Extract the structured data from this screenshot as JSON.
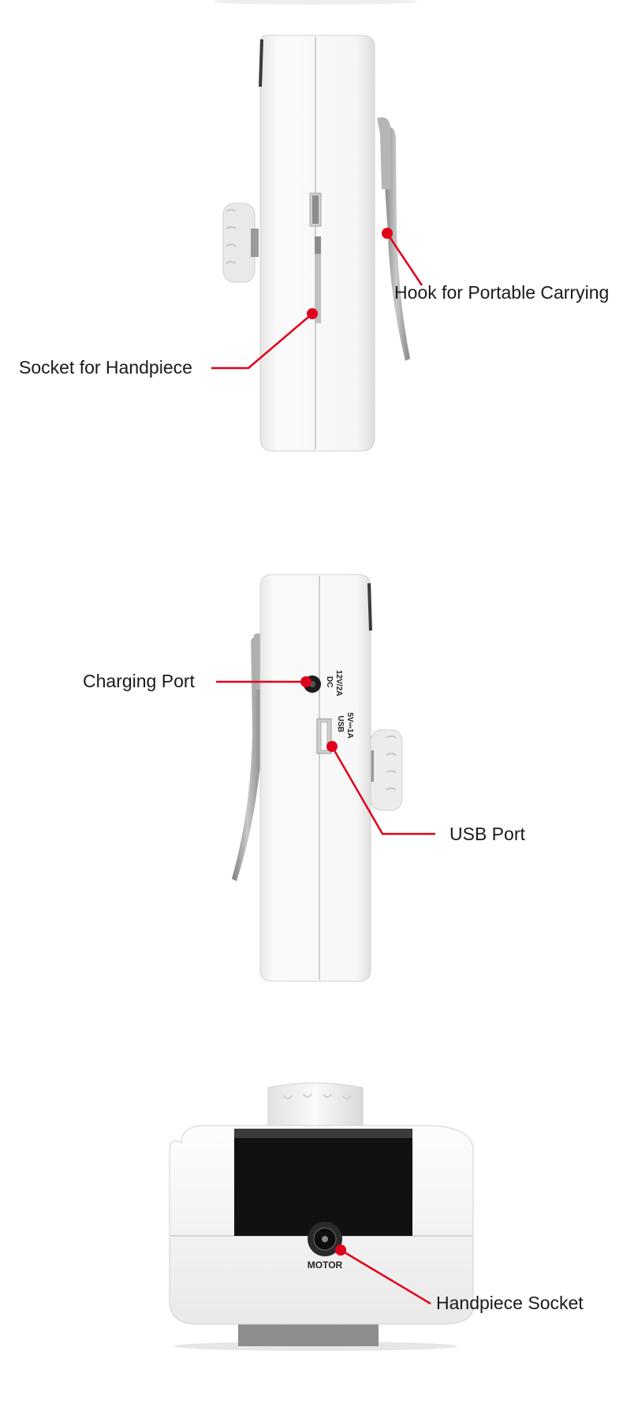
{
  "callouts": {
    "hook": "Hook for Portable Carrying",
    "socket_handpiece": "Socket for Handpiece",
    "charging_port": "Charging Port",
    "usb_port": "USB Port",
    "handpiece_socket": "Handpiece Socket"
  },
  "device_markings": {
    "dc_rating": "12V/2A",
    "dc_label": "DC",
    "usb_rating": "5V⎓1A",
    "usb_label": "USB",
    "motor_label": "MOTOR"
  },
  "colors": {
    "accent": "#e0001a",
    "body": "#f4f4f4",
    "panel": "#111111",
    "clip": "#9a9a9a"
  }
}
